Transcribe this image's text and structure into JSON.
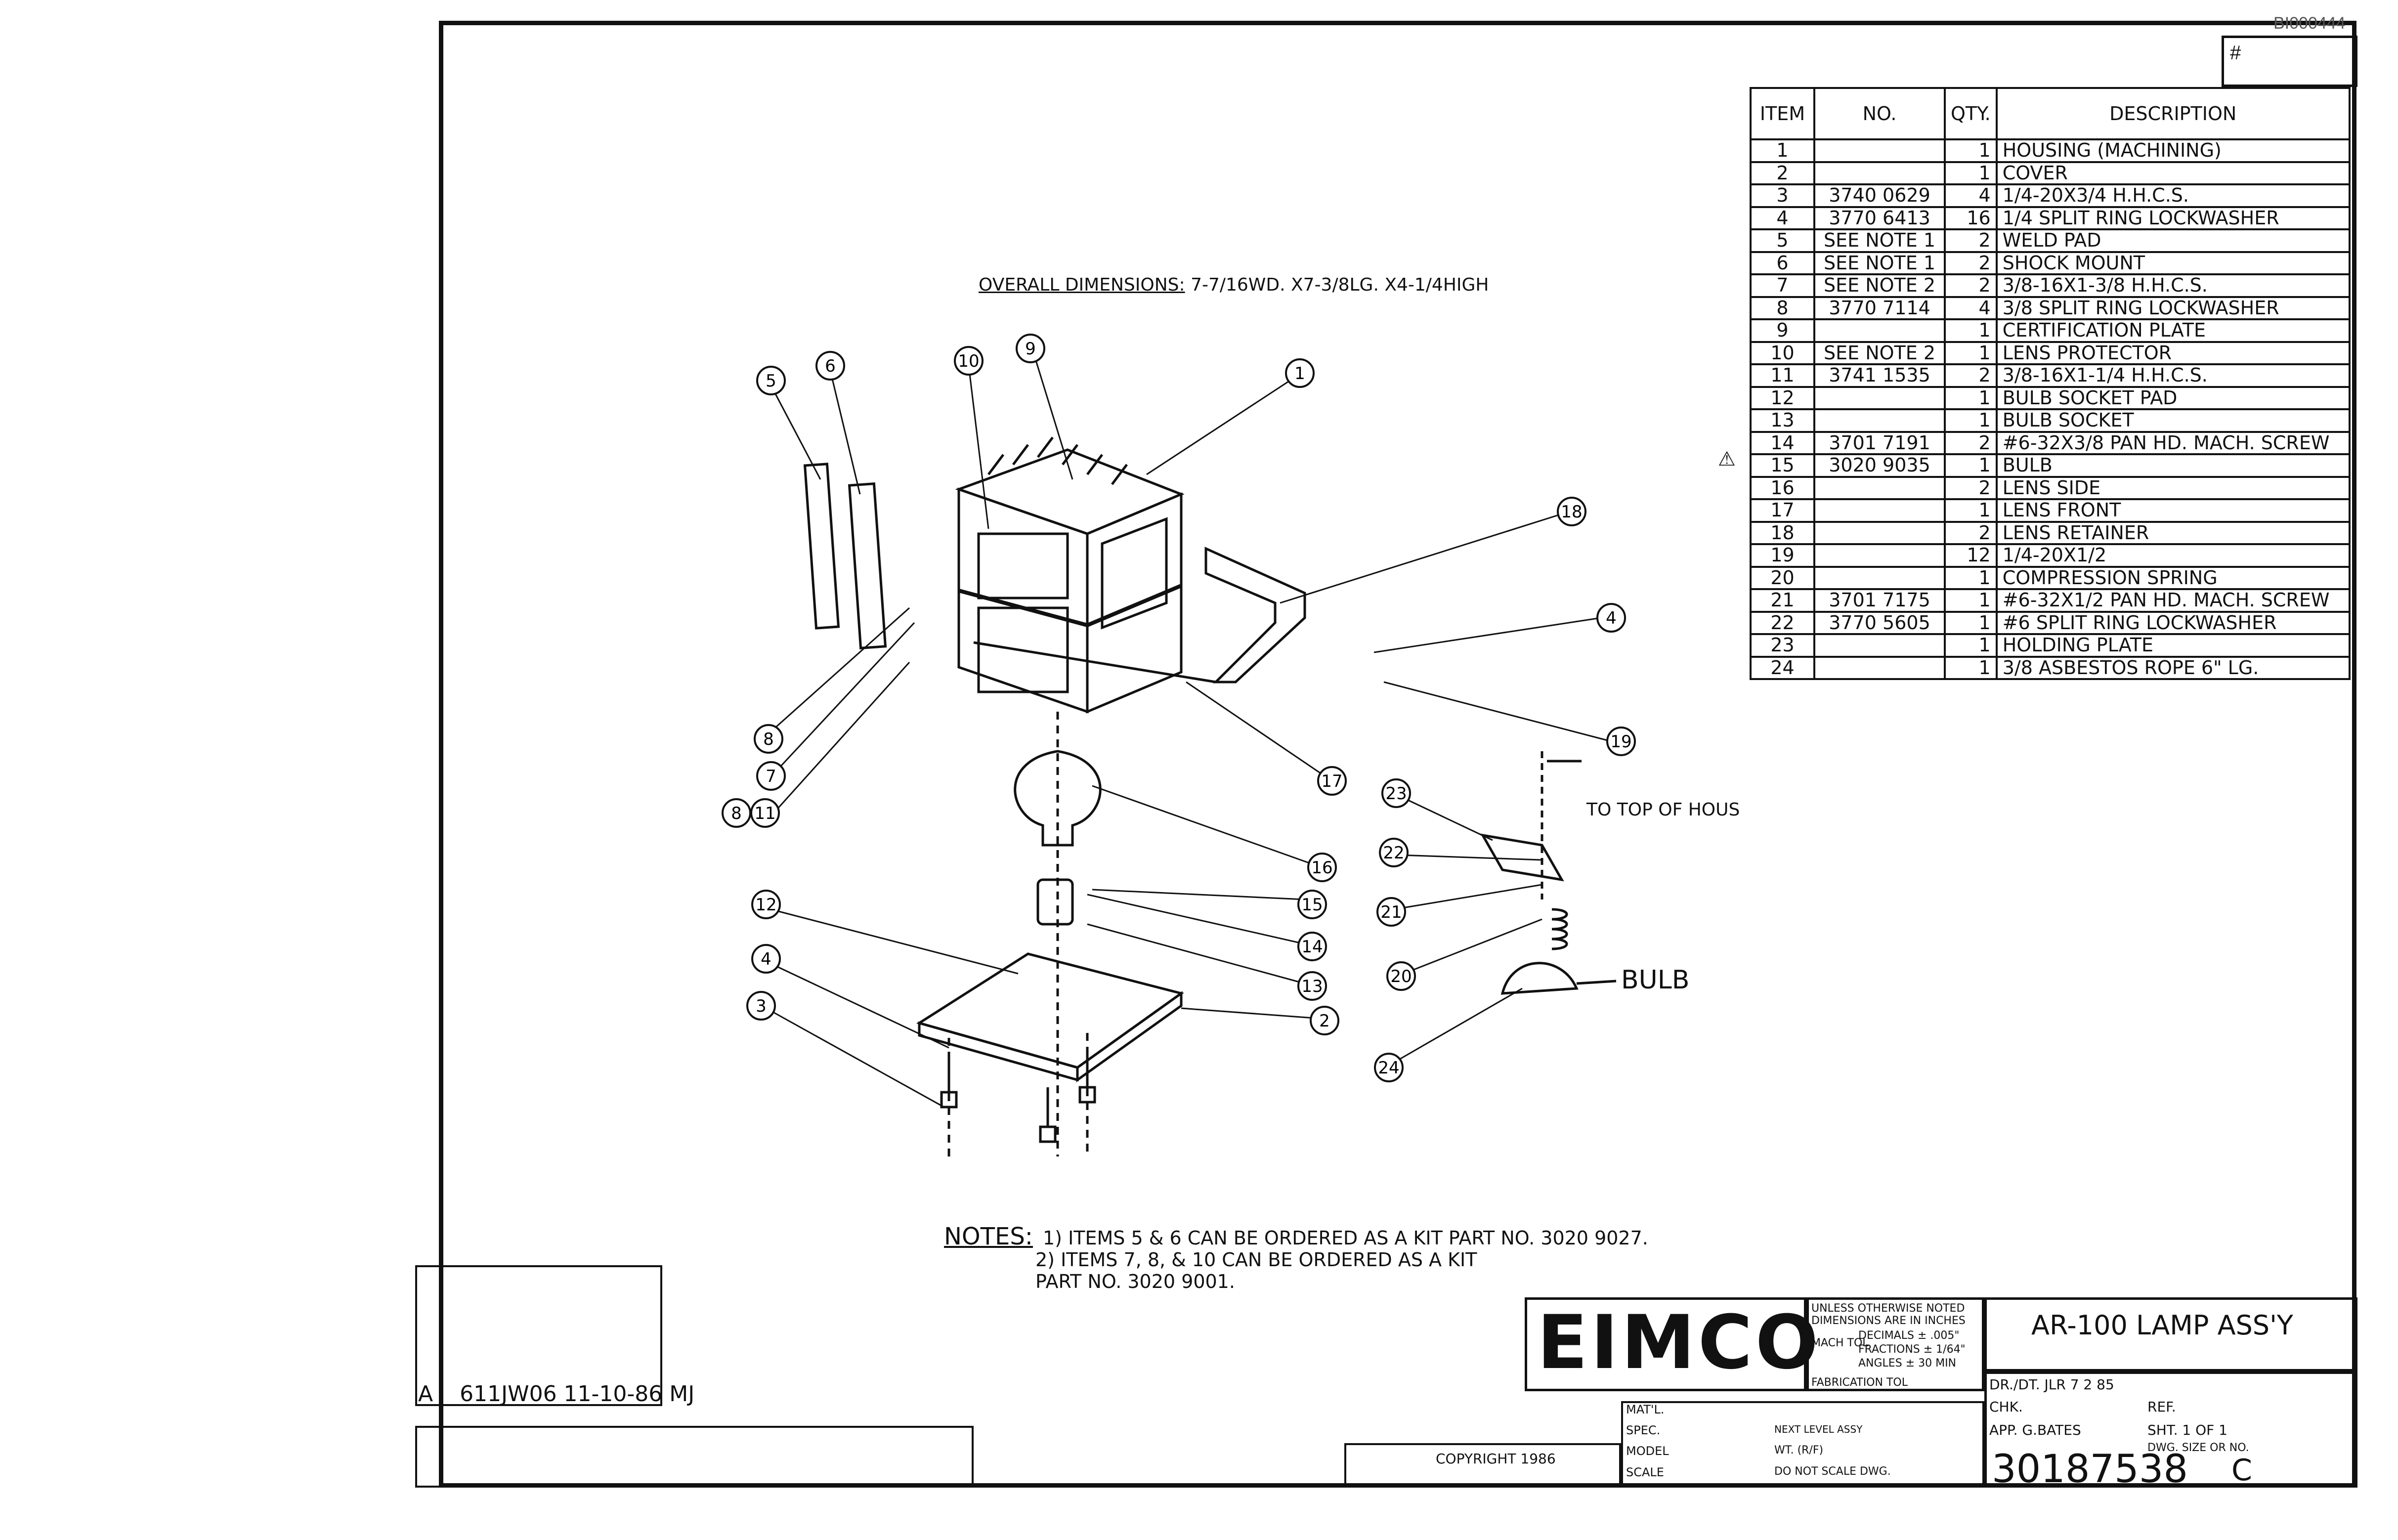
{
  "doc_id": "BI000444",
  "hash_label": "#",
  "parts_list": {
    "headers": [
      "ITEM",
      "NO.",
      "QTY.",
      "DESCRIPTION"
    ],
    "rows": [
      [
        "1",
        "",
        "1",
        "HOUSING (MACHINING)"
      ],
      [
        "2",
        "",
        "1",
        "COVER"
      ],
      [
        "3",
        "3740 0629",
        "4",
        "1/4-20X3/4 H.H.C.S."
      ],
      [
        "4",
        "3770 6413",
        "16",
        "1/4 SPLIT RING LOCKWASHER"
      ],
      [
        "5",
        "SEE NOTE 1",
        "2",
        "WELD PAD"
      ],
      [
        "6",
        "SEE NOTE 1",
        "2",
        "SHOCK MOUNT"
      ],
      [
        "7",
        "SEE NOTE 2",
        "2",
        "3/8-16X1-3/8 H.H.C.S."
      ],
      [
        "8",
        "3770 7114",
        "4",
        "3/8 SPLIT RING LOCKWASHER"
      ],
      [
        "9",
        "",
        "1",
        "CERTIFICATION PLATE"
      ],
      [
        "10",
        "SEE NOTE 2",
        "1",
        "LENS PROTECTOR"
      ],
      [
        "11",
        "3741 1535",
        "2",
        "3/8-16X1-1/4 H.H.C.S."
      ],
      [
        "12",
        "",
        "1",
        "BULB SOCKET PAD"
      ],
      [
        "13",
        "",
        "1",
        "BULB SOCKET"
      ],
      [
        "14",
        "3701 7191",
        "2",
        "#6-32X3/8 PAN HD. MACH. SCREW"
      ],
      [
        "15",
        "3020 9035",
        "1",
        "BULB"
      ],
      [
        "16",
        "",
        "2",
        "LENS SIDE"
      ],
      [
        "17",
        "",
        "1",
        "LENS FRONT"
      ],
      [
        "18",
        "",
        "2",
        "LENS RETAINER"
      ],
      [
        "19",
        "",
        "12",
        "1/4-20X1/2"
      ],
      [
        "20",
        "",
        "1",
        "COMPRESSION SPRING"
      ],
      [
        "21",
        "3701 7175",
        "1",
        "#6-32X1/2 PAN HD. MACH. SCREW"
      ],
      [
        "22",
        "3770 5605",
        "1",
        "#6 SPLIT RING LOCKWASHER"
      ],
      [
        "23",
        "",
        "1",
        "HOLDING PLATE"
      ],
      [
        "24",
        "",
        "1",
        "3/8 ASBESTOS ROPE 6\" LG."
      ]
    ]
  },
  "caution_symbol": "⚠",
  "overall_dimensions": {
    "label": "OVERALL DIMENSIONS:",
    "value": "7-7/16WD. X7-3/8LG. X4-1/4HIGH"
  },
  "callouts": [
    "1",
    "2",
    "3",
    "4",
    "4",
    "5",
    "6",
    "7",
    "8",
    "8",
    "9",
    "10",
    "11",
    "12",
    "13",
    "14",
    "15",
    "16",
    "17",
    "18",
    "19",
    "20",
    "21",
    "22",
    "23",
    "24"
  ],
  "annotations": {
    "to_top": "TO TOP OF HOUSING",
    "bulb": "BULB"
  },
  "notes": {
    "header": "NOTES:",
    "items": [
      "1) ITEMS 5 & 6 CAN BE ORDERED AS A KIT PART NO. 3020 9027.",
      "2) ITEMS 7, 8, & 10 CAN BE ORDERED AS A KIT PART NO. 3020 9001."
    ]
  },
  "revision": {
    "letter": "A",
    "text": "611JW06 11-10-86 MJ"
  },
  "title_block": {
    "company": "EIMCO",
    "tolerance_header": "UNLESS OTHERWISE NOTED DIMENSIONS ARE IN INCHES",
    "tol_label": "MACH TOL",
    "decimals": "DECIMALS ± .005\"",
    "fractions": "FRACTIONS ± 1/64\"",
    "angles": "ANGLES ± 30 MIN",
    "fabrication": "FABRICATION TOL",
    "title": "AR-100 LAMP ASS'Y",
    "drawn": "DR./DT. JLR 7 2 85",
    "chk": "CHK.",
    "ref": "REF.",
    "app": "APP. G.BATES",
    "sheet": "SHT. 1 OF 1",
    "matl": "MAT'L.",
    "spec": "SPEC.",
    "next_level": "NEXT LEVEL ASSY",
    "model": "MODEL",
    "wt": "WT. (R/F)",
    "scale": "SCALE",
    "do_not_scale": "DO NOT SCALE DWG.",
    "dwg_size_label": "DWG. SIZE OR NO.",
    "dwg_number": "30187538",
    "dwg_size": "C",
    "copyright": "COPYRIGHT 1986"
  }
}
